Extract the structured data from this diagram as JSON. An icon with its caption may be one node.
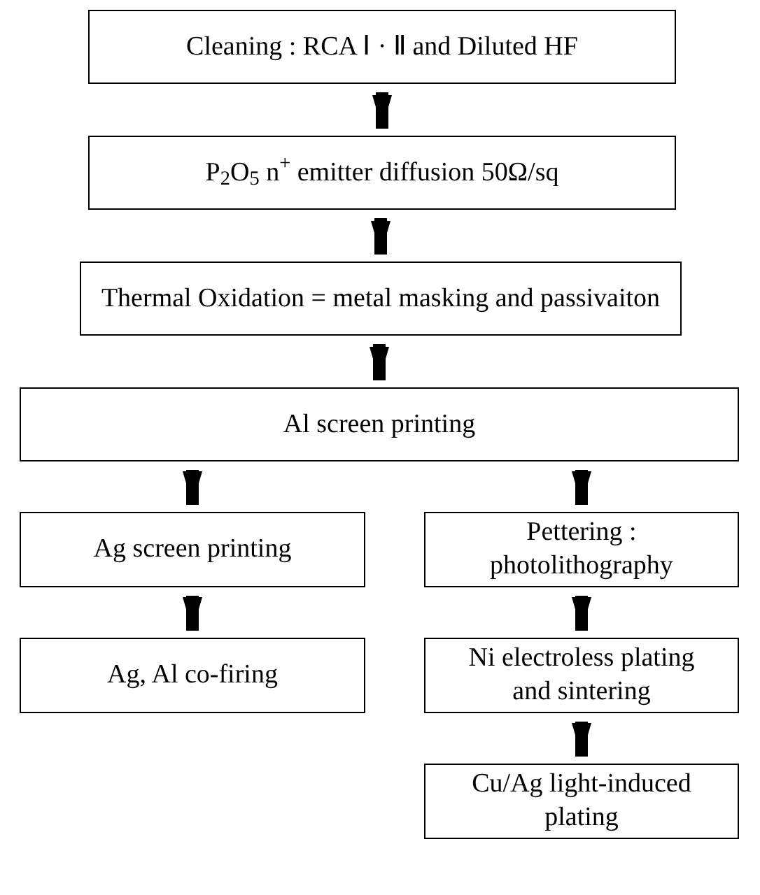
{
  "diagram": {
    "nodes": [
      {
        "text": [
          "Cleaning : RCA Ⅰ · Ⅱ and Diluted HF"
        ]
      },
      {
        "text": [
          "P$_{2}$O$_{5}$ n$^{+}$ emitter diffusion 50Ω/sq"
        ]
      },
      {
        "text": [
          "Thermal Oxidation = metal masking and passivaiton"
        ]
      },
      {
        "text": [
          "Al screen printing"
        ]
      },
      {
        "text": [
          "Ag screen printing"
        ]
      },
      {
        "text": [
          "Pettering : photolithography"
        ]
      },
      {
        "text": [
          "Ag, Al co-firing"
        ]
      },
      {
        "text": [
          "Ni electroless plating and sintering"
        ]
      },
      {
        "text": [
          "Cu/Ag light-induced plating"
        ]
      }
    ],
    "edges": [
      {
        "from": 0,
        "to": 1,
        "arrow": "to"
      },
      {
        "from": 1,
        "to": 2,
        "arrow": "to"
      },
      {
        "from": 2,
        "to": 3,
        "arrow": "to"
      },
      {
        "from": 3,
        "to": 4,
        "arrow": "to"
      },
      {
        "from": 3,
        "to": 5,
        "arrow": "to"
      },
      {
        "from": 4,
        "to": 6,
        "arrow": "to"
      },
      {
        "from": 5,
        "to": 7,
        "arrow": "to"
      },
      {
        "from": 7,
        "to": 8,
        "arrow": "to"
      }
    ]
  }
}
